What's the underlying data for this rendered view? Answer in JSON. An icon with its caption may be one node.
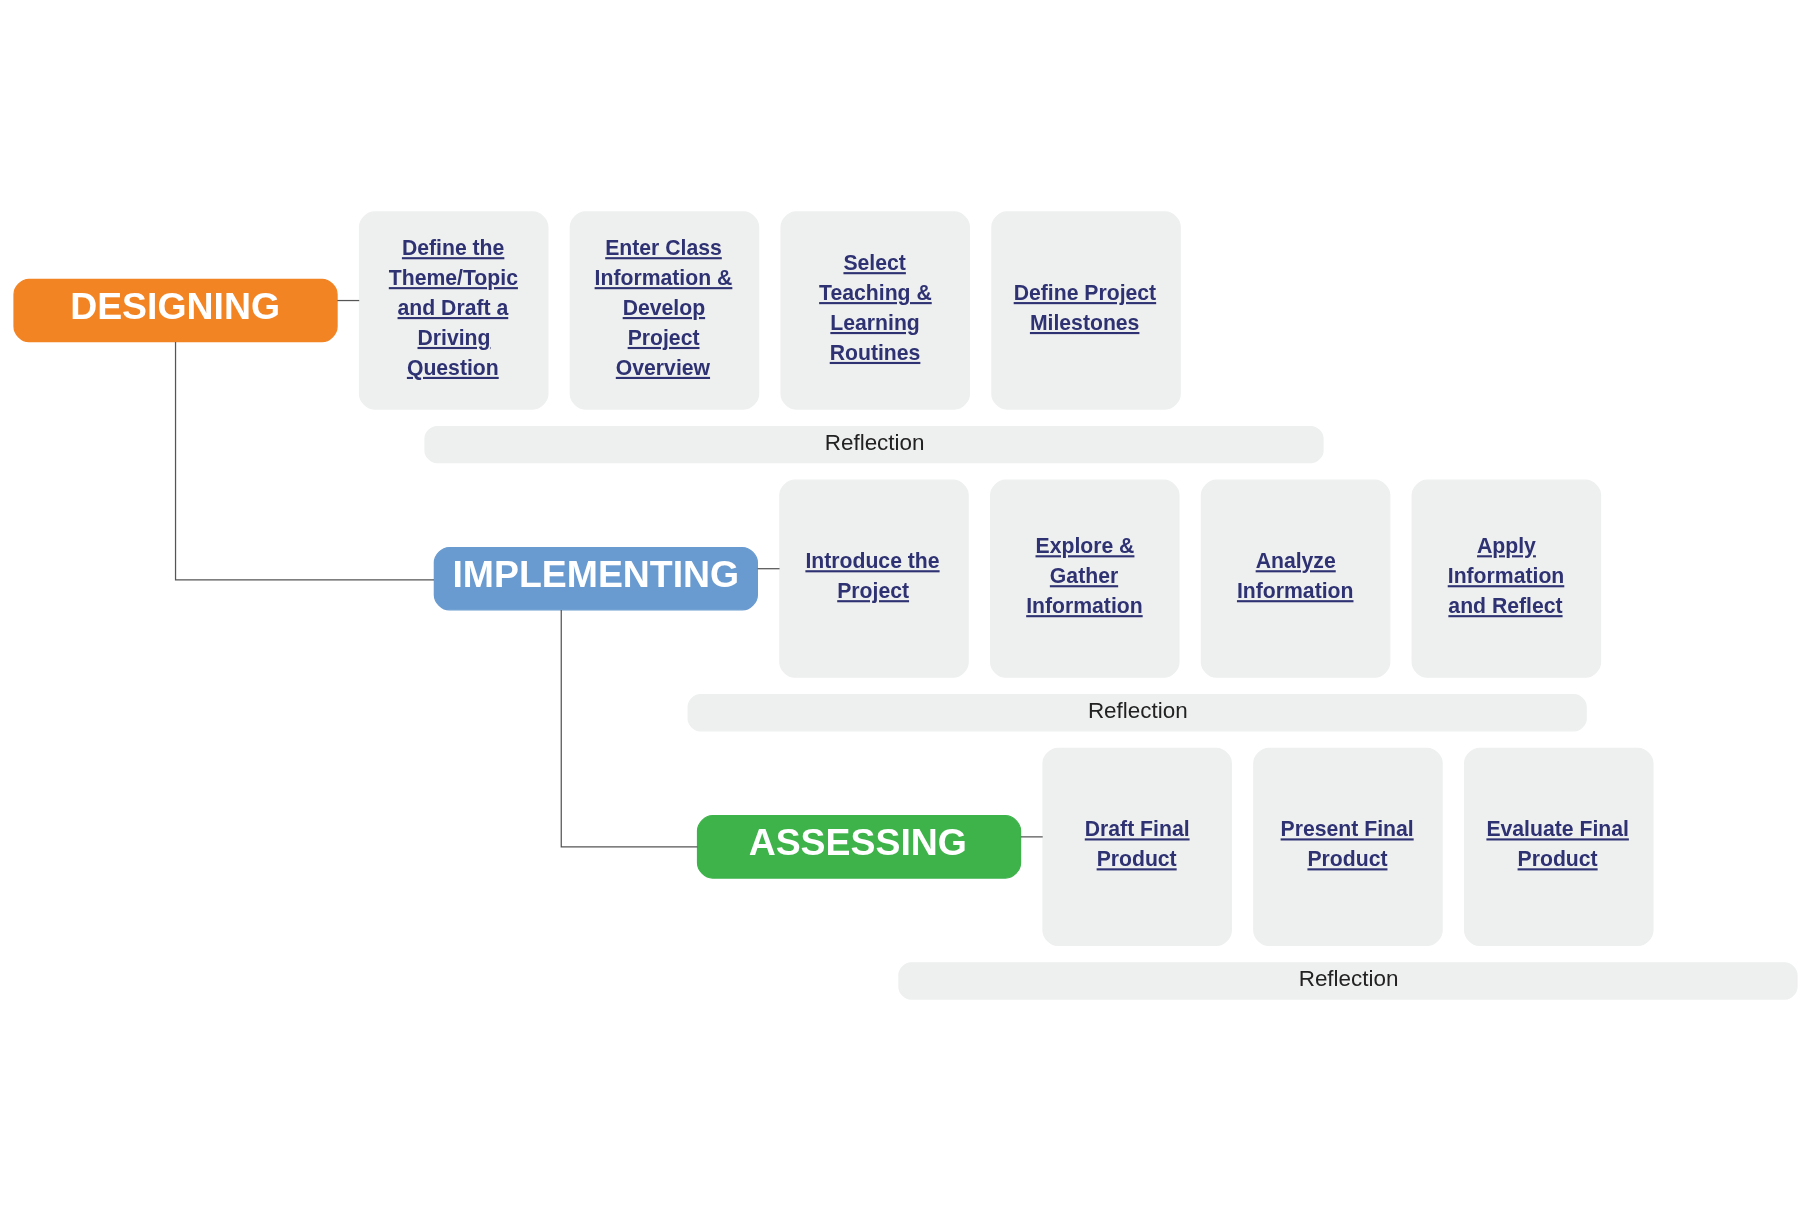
{
  "diagram": {
    "nodes": [
      {
        "text": [
          "DESIGNING"
        ]
      },
      {
        "text": [
          "Define the Theme/Topic and Draft a Driving Question"
        ]
      },
      {
        "text": [
          "Enter Class Information & Develop Project Overview"
        ]
      },
      {
        "text": [
          "Select Teaching & Learning Routines"
        ]
      },
      {
        "text": [
          "Define Project Milestones"
        ]
      },
      {
        "text": [
          "Reflection"
        ]
      },
      {
        "text": [
          "IMPLEMENTING"
        ]
      },
      {
        "text": [
          "Introduce the Project"
        ]
      },
      {
        "text": [
          "Explore & Gather Information"
        ]
      },
      {
        "text": [
          "Analyze Information"
        ]
      },
      {
        "text": [
          "Apply Information and Reflect"
        ]
      },
      {
        "text": [
          "Reflection"
        ]
      },
      {
        "text": [
          "ASSESSING"
        ]
      },
      {
        "text": [
          "Draft Final Product"
        ]
      },
      {
        "text": [
          "Present Final Product"
        ]
      },
      {
        "text": [
          "Evaluate Final Product"
        ]
      },
      {
        "text": [
          "Reflection"
        ]
      }
    ],
    "edges": [
      {
        "from": 0,
        "to": 1,
        "arrow": "none"
      },
      {
        "from": 6,
        "to": 7,
        "arrow": "none"
      },
      {
        "from": 12,
        "to": 13,
        "arrow": "none"
      },
      {
        "from": 6,
        "to": 0,
        "arrow": "none"
      },
      {
        "from": 6,
        "to": 12,
        "arrow": "none"
      }
    ]
  }
}
